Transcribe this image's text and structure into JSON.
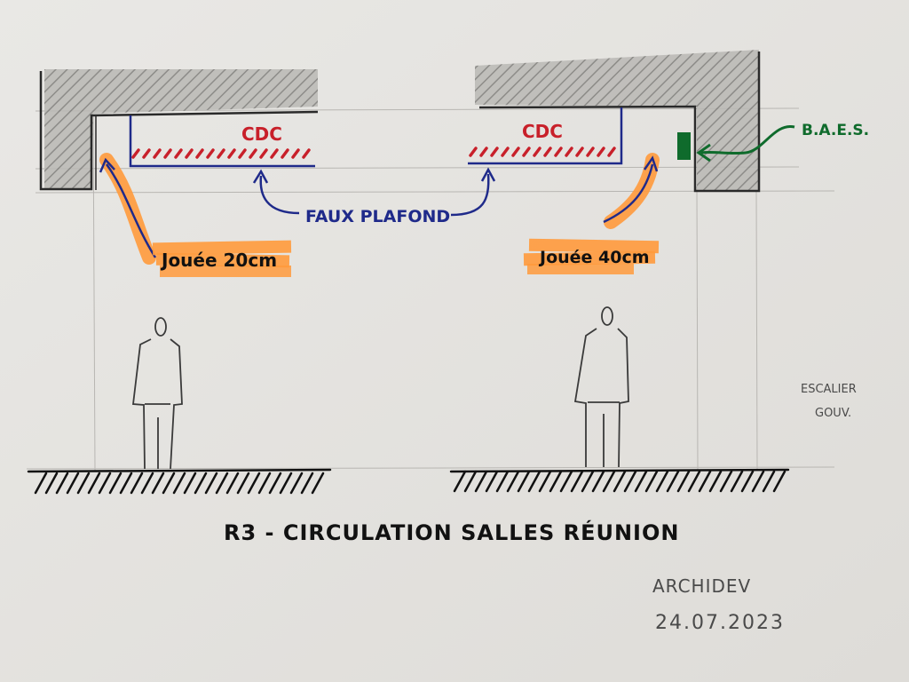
{
  "labels": {
    "cdc_left": "CDC",
    "cdc_right": "CDC",
    "faux_plafond": "FAUX PLAFOND",
    "jouee_left": "Jouée 20cm",
    "jouee_right": "Jouée 40cm",
    "baes": "B.A.E.S.",
    "escalier_line1": "ESCALIER",
    "escalier_line2": "GOUV.",
    "title": "R3 - CIRCULATION SALLES RÉUNION",
    "author": "ARCHIDEV",
    "date": "24.07.2023"
  },
  "colors": {
    "paper": "#ecebe8",
    "pencil": "#3a3a3a",
    "marker_red": "#c8202a",
    "marker_blue": "#1f2a8a",
    "highlight_orange": "#ff9a3c",
    "marker_green": "#0f6b2c",
    "marker_black": "#111111"
  }
}
